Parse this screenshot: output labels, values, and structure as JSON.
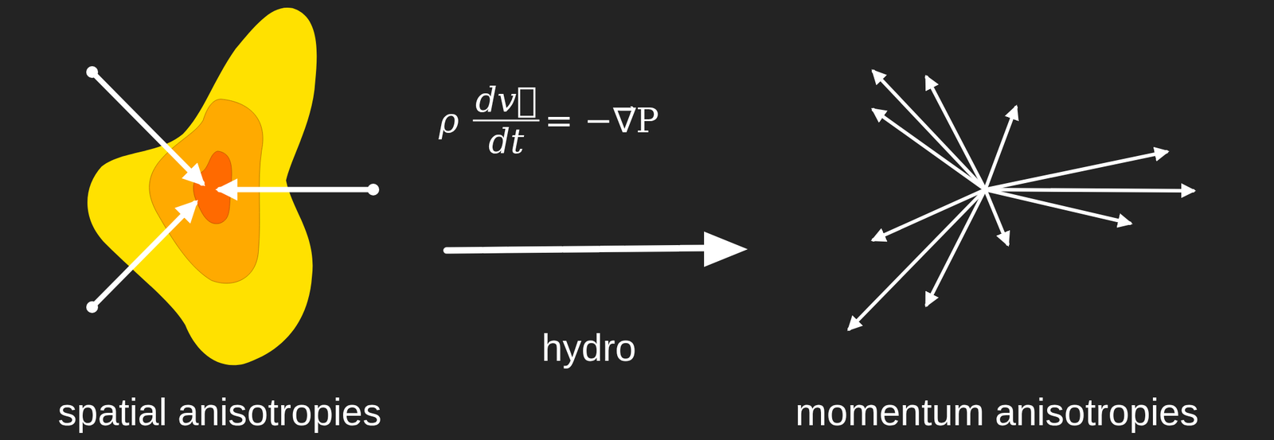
{
  "diagram": {
    "labels": [
      "ρ",
      "dv⃗",
      "dt",
      "= −∇⃗P",
      "hydro",
      "spatial anisotropies",
      "momentum anisotropies"
    ]
  }
}
